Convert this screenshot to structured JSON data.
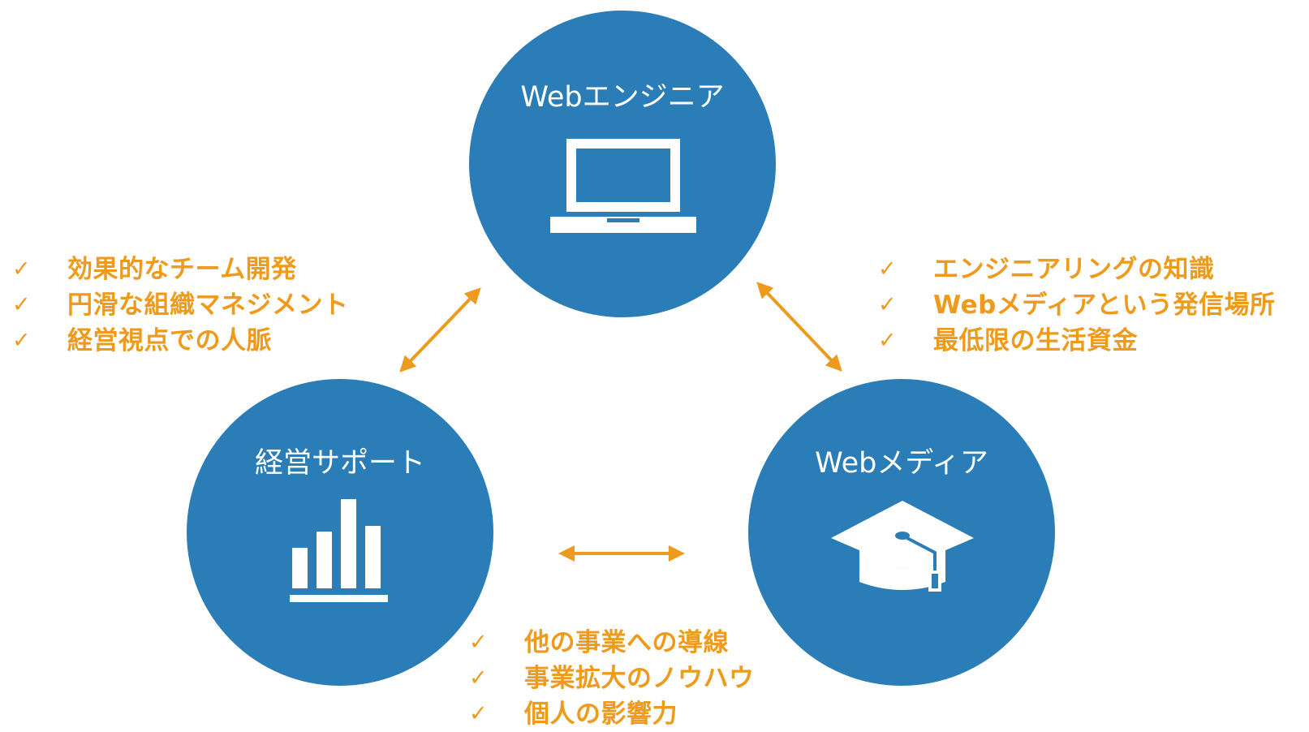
{
  "nodes": {
    "engineer": {
      "title": "Webエンジニア",
      "icon": "laptop-icon"
    },
    "management": {
      "title": "経営サポート",
      "icon": "bar-chart-icon"
    },
    "media": {
      "title": "Webメディア",
      "icon": "graduation-cap-icon"
    }
  },
  "benefits": {
    "left": {
      "items": [
        "効果的なチーム開発",
        "円滑な組織マネジメント",
        "経営視点での人脈"
      ]
    },
    "right": {
      "items": [
        "エンジニアリングの知識",
        "Webメディアという発信場所",
        "最低限の生活資金"
      ]
    },
    "bottom": {
      "items": [
        "他の事業への導線",
        "事業拡大のノウハウ",
        "個人の影響力"
      ]
    }
  },
  "check_mark": "✓",
  "colors": {
    "circle": "#2b7db8",
    "accent": "#ee9a1c",
    "circle_text": "#ffffff"
  }
}
